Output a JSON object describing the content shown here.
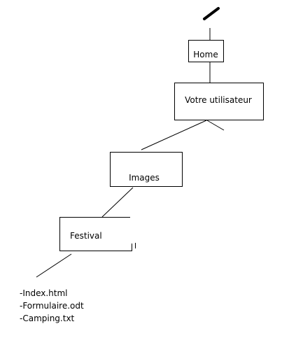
{
  "diagram": {
    "nodes": {
      "home": {
        "label": "Home"
      },
      "user": {
        "label": "Votre utilisateur"
      },
      "images": {
        "label": "Images"
      },
      "festival": {
        "label": "Festival"
      }
    },
    "files": [
      {
        "label": "-Index.html"
      },
      {
        "label": "-Formulaire.odt"
      },
      {
        "label": "-Camping.txt"
      }
    ],
    "colors": {
      "stroke": "#000000",
      "background": "#ffffff"
    }
  }
}
